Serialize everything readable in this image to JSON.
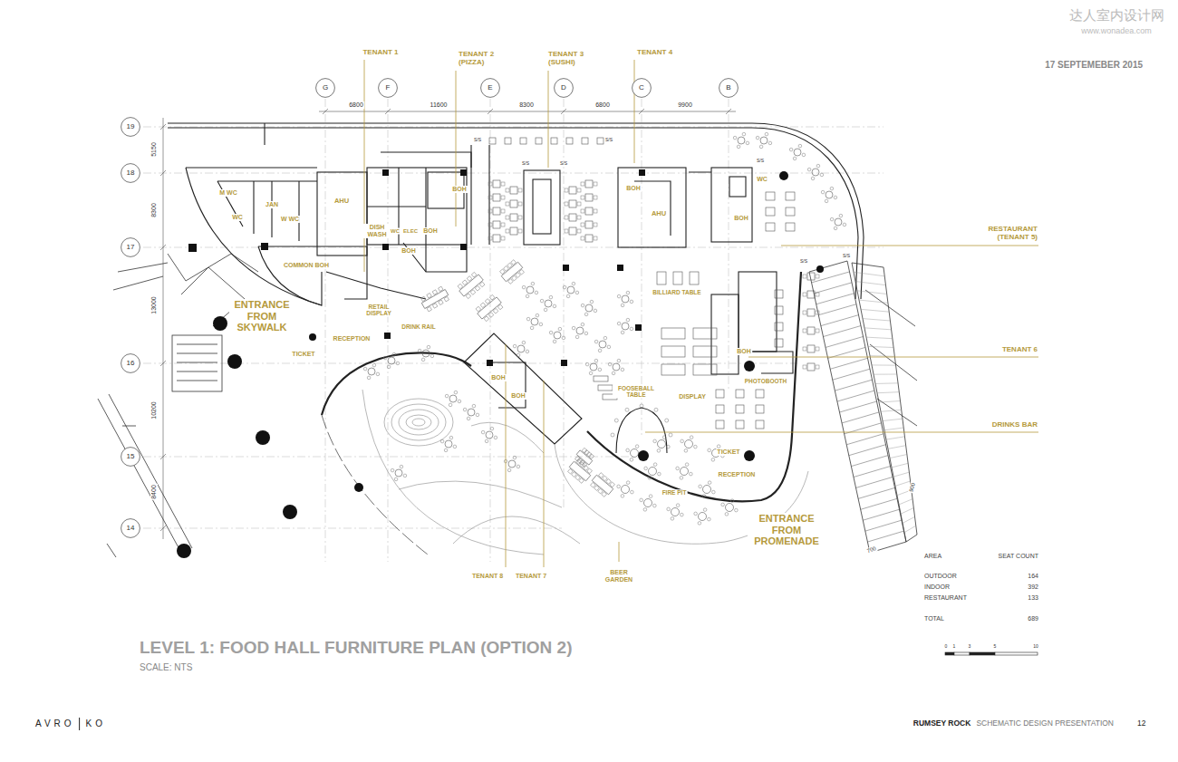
{
  "diagram": {
    "title": "LEVEL 1: FOOD HALL FURNITURE PLAN (OPTION 2)",
    "caption": "SCALE: NTS",
    "nodes": [
      {
        "text": [
          "G"
        ]
      },
      {
        "text": [
          "F"
        ]
      },
      {
        "text": [
          "E"
        ]
      },
      {
        "text": [
          "D"
        ]
      },
      {
        "text": [
          "C"
        ]
      },
      {
        "text": [
          "B"
        ]
      },
      {
        "text": [
          "19"
        ]
      },
      {
        "text": [
          "18"
        ]
      },
      {
        "text": [
          "17"
        ]
      },
      {
        "text": [
          "16"
        ]
      },
      {
        "text": [
          "15"
        ]
      },
      {
        "text": [
          "14"
        ]
      }
    ],
    "labels": [
      "达人室内设计网",
      "www.wonadea.com",
      "17 SEPTEMEBER 2015",
      "TENANT 1",
      "TENANT 2 (PIZZA)",
      "TENANT 3 (SUSHI)",
      "TENANT 4",
      "6800",
      "11600",
      "8300",
      "6800",
      "9900",
      "5150",
      "8300",
      "13000",
      "10200",
      "8400",
      "M WC",
      "JAN",
      "WC",
      "W WC",
      "AHU",
      "DISH WASH",
      "WC",
      "ELEC",
      "BOH",
      "BOH",
      "BOH",
      "COMMON BOH",
      "RETAIL DISPLAY",
      "DRINK RAIL",
      "RECEPTION",
      "TICKET",
      "ENTRANCE FROM SKYWALK",
      "BOH",
      "AHU",
      "BOH",
      "WC",
      "BILLIARD TABLE",
      "BOH",
      "BOH",
      "FOOSEBALL TABLE",
      "DISPLAY",
      "BOH",
      "PHOTOBOOTH",
      "TICKET",
      "RECEPTION",
      "FIRE PIT",
      "ENTRANCE FROM PROMENADE",
      "BEER GARDEN",
      "TENANT 8",
      "TENANT 7",
      "RESTAURANT (TENANT 5)",
      "TENANT 6",
      "DRINKS BAR",
      "S/S",
      "S/S",
      "S/S",
      "S/S",
      "S/S",
      "S/S",
      "S/S",
      "900",
      "700",
      "AREA",
      "SEAT COUNT",
      "OUTDOOR",
      "164",
      "INDOOR",
      "392",
      "RESTAURANT",
      "133",
      "TOTAL",
      "689",
      "0",
      "1",
      "3",
      "5",
      "10",
      "AVRO",
      "KO",
      "RUMSEY ROCK",
      "SCHEMATIC DESIGN PRESENTATION",
      "12"
    ]
  }
}
